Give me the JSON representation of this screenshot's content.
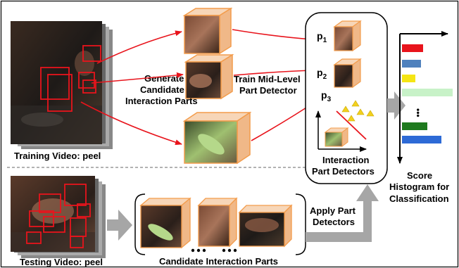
{
  "labels": {
    "training_video": "Training Video: peel",
    "testing_video": "Testing Video: peel",
    "generate_line1": "Generate",
    "generate_line2": "Candidate",
    "generate_line3": "Interaction Parts",
    "train_line1": "Train Mid-Level",
    "train_line2": "Part Detector",
    "detectors_line1": "Interaction",
    "detectors_line2": "Part Detectors",
    "apply_line1": "Apply Part",
    "apply_line2": "Detectors",
    "candidate_parts": "Candidate Interaction Parts",
    "histogram_line1": "Score",
    "histogram_line2": "Histogram for",
    "histogram_line3": "Classification"
  },
  "part_labels": [
    {
      "base": "p",
      "sub": "1"
    },
    {
      "base": "p",
      "sub": "2"
    },
    {
      "base": "p",
      "sub": "3"
    }
  ],
  "histogram": {
    "bars": [
      {
        "color": "#e8141c",
        "value": 0.42
      },
      {
        "color": "#4f81bd",
        "value": 0.38
      },
      {
        "color": "#f5e514",
        "value": 0.27
      },
      {
        "color": "#c8f2c8",
        "value": 1.0
      },
      {
        "color": "#1f7a1f",
        "value": 0.5
      },
      {
        "color": "#2d6ad6",
        "value": 0.78
      }
    ]
  },
  "colors": {
    "arrow": "#e8141c",
    "bbox": "#e8141c",
    "cube_glow": "#f39c4b",
    "triangle": "#f2d01e",
    "gray_arrow": "#a6a6a6"
  }
}
